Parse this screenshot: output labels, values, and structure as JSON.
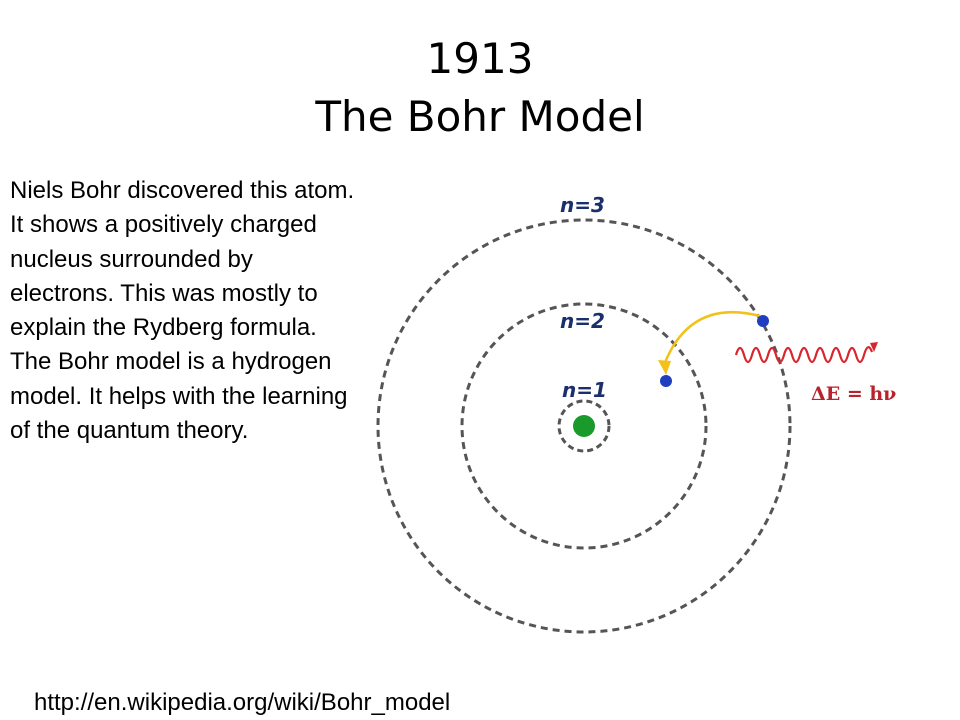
{
  "slide": {
    "title_line1": "1913",
    "title_line2": "The Bohr Model",
    "body": "Niels Bohr discovered this atom. It shows a positively charged nucleus surrounded by electrons. This was mostly to explain the Rydberg formula. The Bohr model is a hydrogen model. It helps with the learning of the quantum theory.",
    "source_link": "http://en.wikipedia.org/wiki/Bohr_model"
  },
  "diagram": {
    "orbit_labels": [
      "n=1",
      "n=2",
      "n=3"
    ],
    "energy_label": "ΔE = hν",
    "colors": {
      "nucleus": "#1a9a2a",
      "electron": "#1f3fbf",
      "transition_arrow": "#f2c21b",
      "photon_wave": "#d8262e",
      "orbit": "#555555"
    }
  }
}
